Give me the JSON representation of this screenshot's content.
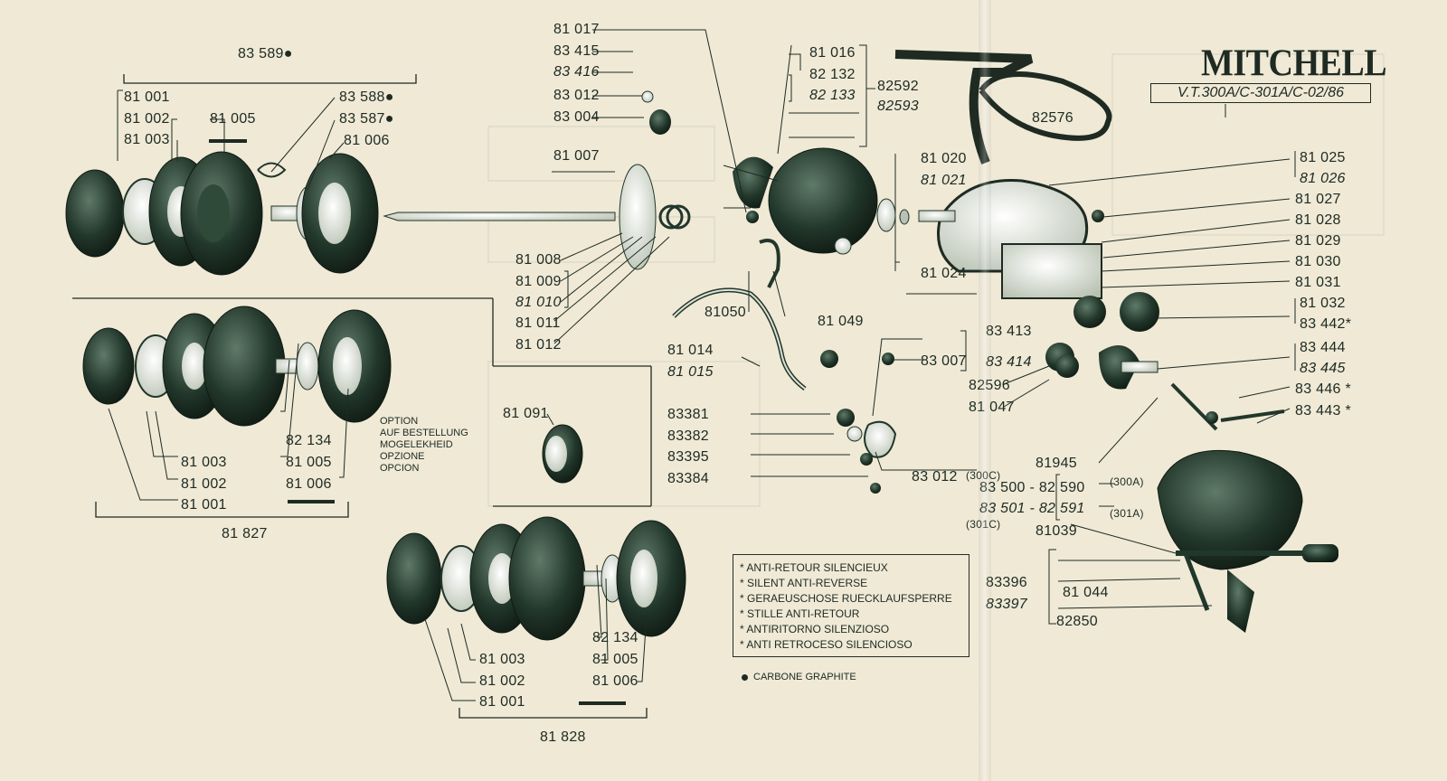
{
  "brand": "MITCHELL",
  "model": "V.T.300A/C-301A/C-02/86",
  "option_lines": [
    "OPTION",
    "AUF BESTELLUNG",
    "MOGELEKHEID",
    "OPZIONE",
    "OPCION"
  ],
  "legend": {
    "lines": [
      "* ANTI-RETOUR SILENCIEUX",
      "* SILENT ANTI-REVERSE",
      "* GERAEUSCHOSE RUECKLAUFSPERRE",
      "* STILLE ANTI-RETOUR",
      "* ANTIRITORNO SILENZIOSO",
      "* ANTI RETROCESO SILENCIOSO"
    ],
    "carbone": "CARBONE GRAPHITE"
  },
  "parts": {
    "p83589": "83 589●",
    "p83588": "83 588●",
    "p83587": "83 587●",
    "a81001": "81 001",
    "a81002": "81 002",
    "a81003": "81 003",
    "a81005": "81 005",
    "a81006": "81 006",
    "b81003": "81 003",
    "b81002": "81 002",
    "b81001": "81 001",
    "b82134": "82 134",
    "b81005": "81 005",
    "b81006": "81 006",
    "p81827": "81 827",
    "c81003": "81 003",
    "c81002": "81 002",
    "c81001": "81 001",
    "c82134": "82 134",
    "c81005": "81 005",
    "c81006": "81 006",
    "p81828": "81 828",
    "p81091": "81 091",
    "p81017": "81 017",
    "p83415": "83 415",
    "p83416": "83 416",
    "p83012a": "83 012",
    "p83004": "83 004",
    "p81007": "81 007",
    "p81008": "81 008",
    "p81009": "81 009",
    "p81010": "81 010",
    "p81011": "81 011",
    "p81012": "81 012",
    "p81014": "81 014",
    "p81015": "81 015",
    "p81050": "81050",
    "p81049": "81 049",
    "p81016": "81 016",
    "p82132": "82 132",
    "p82133": "82 133",
    "p82592": "82592",
    "p82593": "82593",
    "p81020": "81 020",
    "p81021": "81 021",
    "p81024": "81 024",
    "p82576": "82576",
    "p83381": "83381",
    "p83382": "83382",
    "p83395": "83395",
    "p83384": "83384",
    "p83007": "83 007",
    "p83413": "83 413",
    "p83414": "83 414",
    "p83012b": "83 012",
    "p82596": "82596",
    "p81047": "81 047",
    "p81025": "81 025",
    "p81026": "81 026",
    "p81027": "81 027",
    "p81028": "81 028",
    "p81029": "81 029",
    "p81030": "81 030",
    "p81031": "81 031",
    "p81032": "81 032",
    "p83442": "83 442*",
    "p83444": "83 444",
    "p83445": "83 445",
    "p83446": "83 446 *",
    "p83443": "83 443 *",
    "p81945": "81945",
    "p300c": "(300C)",
    "p83500": "83 500 - 82 590",
    "p300a": "(300A)",
    "p83501": "83 501 - 82 591",
    "p301a": "(301A)",
    "p301c": "(301C)",
    "p81039": "81039",
    "p83396": "83396",
    "p83397": "83397",
    "p81044": "81 044",
    "p82850": "82850"
  },
  "colors": {
    "ink": "#1e2a22",
    "paper": "#efe9d6",
    "part_dark": "#22372b",
    "part_light": "#dfe3d6"
  }
}
